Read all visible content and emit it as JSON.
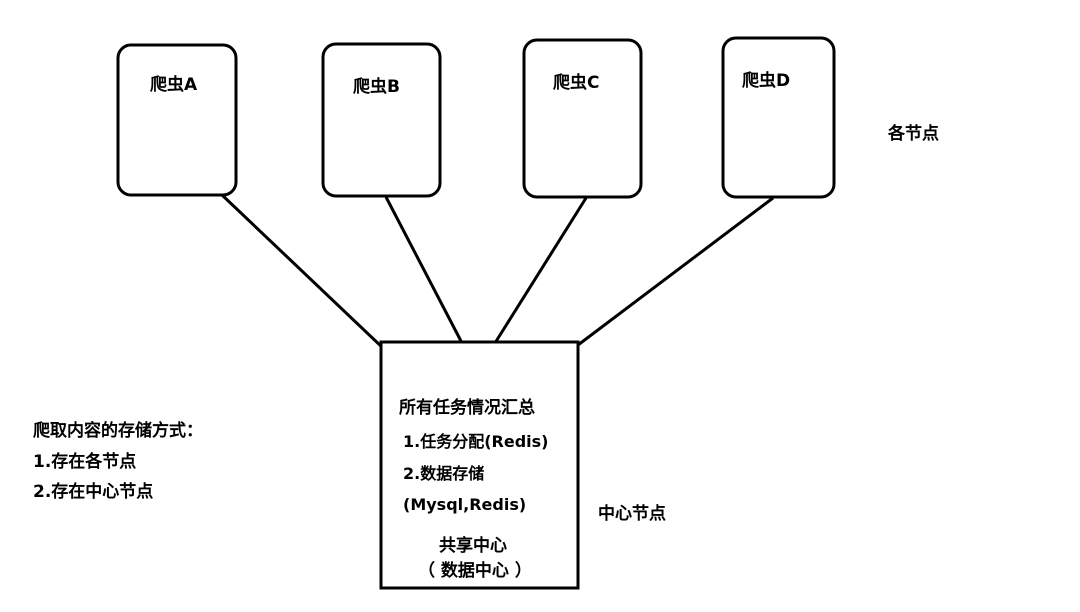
{
  "diagram": {
    "nodes": [
      {
        "id": "crawler-a",
        "label": "爬虫A"
      },
      {
        "id": "crawler-b",
        "label": "爬虫B"
      },
      {
        "id": "crawler-c",
        "label": "爬虫C"
      },
      {
        "id": "crawler-d",
        "label": "爬虫D"
      }
    ],
    "node_group_label": "各节点",
    "center": {
      "title": "所有任务情况汇总",
      "item1": "1.任务分配(Redis)",
      "item2": "2.数据存储",
      "item2b": "(Mysql,Redis)",
      "footer1": "共享中心",
      "footer2": "（ 数据中心 ）",
      "label": "中心节点"
    },
    "storage": {
      "title": "爬取内容的存储方式：",
      "opt1": "1.存在各节点",
      "opt2": "2.存在中心节点"
    },
    "edges": [
      {
        "from": "crawler-a",
        "to": "center"
      },
      {
        "from": "crawler-b",
        "to": "center"
      },
      {
        "from": "crawler-c",
        "to": "center"
      },
      {
        "from": "crawler-d",
        "to": "center"
      }
    ]
  }
}
